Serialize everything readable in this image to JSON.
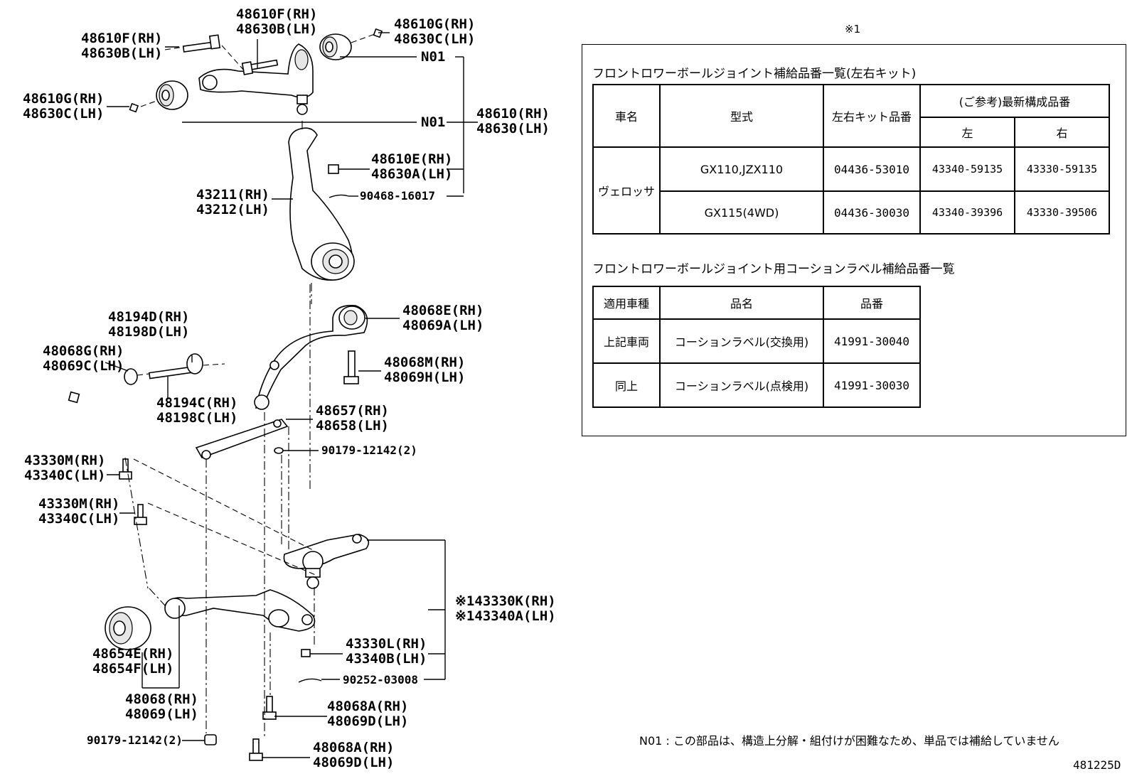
{
  "callouts": {
    "c01": "48610F(RH)",
    "c02": "48630B(LH)",
    "c03": "48610F(RH)",
    "c04": "48630B(LH)",
    "c05": "48610G(RH)",
    "c06": "48630C(LH)",
    "c07": "N01",
    "c08": "48610G(RH)",
    "c09": "48630C(LH)",
    "c10": "N01",
    "c11": "48610(RH)",
    "c12": "48630(LH)",
    "c13": "48610E(RH)",
    "c14": "48630A(LH)",
    "c15": "43211(RH)",
    "c16": "43212(LH)",
    "c17": "90468-16017",
    "c18": "48194D(RH)",
    "c19": "48198D(LH)",
    "c20": "48068E(RH)",
    "c21": "48069A(LH)",
    "c22": "48068G(RH)",
    "c23": "48069C(LH)",
    "c24": "48068M(RH)",
    "c25": "48069H(LH)",
    "c26": "48194C(RH)",
    "c27": "48198C(LH)",
    "c28": "48657(RH)",
    "c29": "48658(LH)",
    "c30": "90179-12142(2)",
    "c31": "43330M(RH)",
    "c32": "43340C(LH)",
    "c33": "43330M(RH)",
    "c34": "43340C(LH)",
    "c35": "※143330K(RH)",
    "c36": "※143340A(LH)",
    "c37": "48654E(RH)",
    "c38": "48654F(LH)",
    "c39": "43330L(RH)",
    "c40": "43340B(LH)",
    "c41": "90252-03008",
    "c42": "48068(RH)",
    "c43": "48069(LH)",
    "c44": "48068A(RH)",
    "c45": "48069D(LH)",
    "c46": "90179-12142(2)",
    "c47": "48068A(RH)",
    "c48": "48069D(LH)"
  },
  "note": {
    "mark": "※1",
    "kit_table": {
      "title": "フロントロワーボールジョイント補給品番一覧(左右キット)",
      "headers": {
        "vehicle": "車名",
        "model": "型式",
        "kit_no": "左右キット品番",
        "latest": "(ご参考)最新構成品番",
        "left": "左",
        "right": "右"
      },
      "vehicle": "ヴェロッサ",
      "rows": [
        {
          "model": "GX110,JZX110",
          "kit": "04436-53010",
          "left": "43340-59135",
          "right": "43330-59135"
        },
        {
          "model": "GX115(4WD)",
          "kit": "04436-30030",
          "left": "43340-39396",
          "right": "43330-39506"
        }
      ]
    },
    "label_table": {
      "title": "フロントロワーボールジョイント用コーションラベル補給品番一覧",
      "headers": {
        "vehicle": "適用車種",
        "name": "品名",
        "part_no": "品番"
      },
      "rows": [
        {
          "vehicle": "上記車両",
          "name": "コーションラベル(交換用)",
          "part_no": "41991-30040"
        },
        {
          "vehicle": "同上",
          "name": "コーションラベル(点検用)",
          "part_no": "41991-30030"
        }
      ]
    }
  },
  "footnote": "N01 : この部品は、構造上分解・組付けが困難なため、単品では補給していません",
  "figure_id": "481225D"
}
